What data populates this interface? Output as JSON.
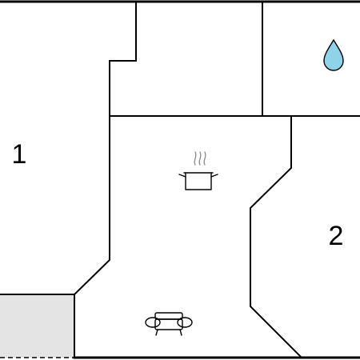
{
  "floor_plan": {
    "rooms": [
      {
        "id": "room-1",
        "label": "1"
      },
      {
        "id": "room-2",
        "label": "2"
      }
    ],
    "icons": [
      {
        "name": "water-drop-icon",
        "meaning": "bathroom",
        "color": "#8fd3e8"
      },
      {
        "name": "cooking-pot-icon",
        "meaning": "kitchen"
      },
      {
        "name": "sofa-icon",
        "meaning": "living-room"
      }
    ],
    "colors": {
      "walls": "#000000",
      "background": "#ffffff",
      "terrace_fill": "#e4e4e4",
      "water_drop": "#8fd3e8",
      "steam": "#888888"
    }
  }
}
